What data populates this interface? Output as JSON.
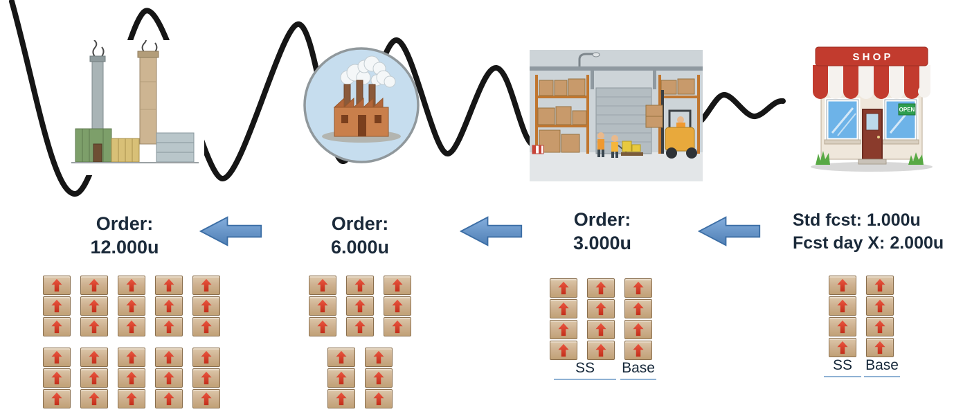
{
  "stages": [
    {
      "name": "plant",
      "order_line1": "Order:",
      "order_line2": "12.000u",
      "box_rows": [
        [
          3,
          3,
          3,
          3,
          3
        ],
        [
          3,
          3,
          3,
          3,
          3
        ]
      ]
    },
    {
      "name": "factory",
      "order_line1": "Order:",
      "order_line2": "6.000u",
      "box_rows": [
        [
          3,
          3,
          3
        ],
        [
          3,
          3
        ]
      ]
    },
    {
      "name": "warehouse",
      "order_line1": "Order:",
      "order_line2": "3.000u",
      "box_rows": [
        [
          4,
          4,
          4
        ]
      ],
      "labels": [
        {
          "text": "SS"
        },
        {
          "text": "Base"
        }
      ]
    },
    {
      "name": "shop",
      "order_line1": "Std fcst: 1.000u",
      "order_line2": "Fcst day X: 2.000u",
      "box_rows": [
        [
          4,
          4
        ]
      ],
      "labels": [
        {
          "text": "SS"
        },
        {
          "text": "Base"
        }
      ]
    }
  ],
  "shop_sign": "S H O P",
  "open_sign": "OPEN",
  "colors": {
    "arrow_fill_top": "#85aedd",
    "arrow_fill_bottom": "#4f7fb5",
    "arrow_border": "#3c6ea5",
    "text": "#1b2a3a",
    "box_face": "#cfb292",
    "box_border": "#8a6f4e",
    "box_arrow": "#d83a26",
    "label_underline": "#8fb2d4",
    "wave": "#161616"
  }
}
